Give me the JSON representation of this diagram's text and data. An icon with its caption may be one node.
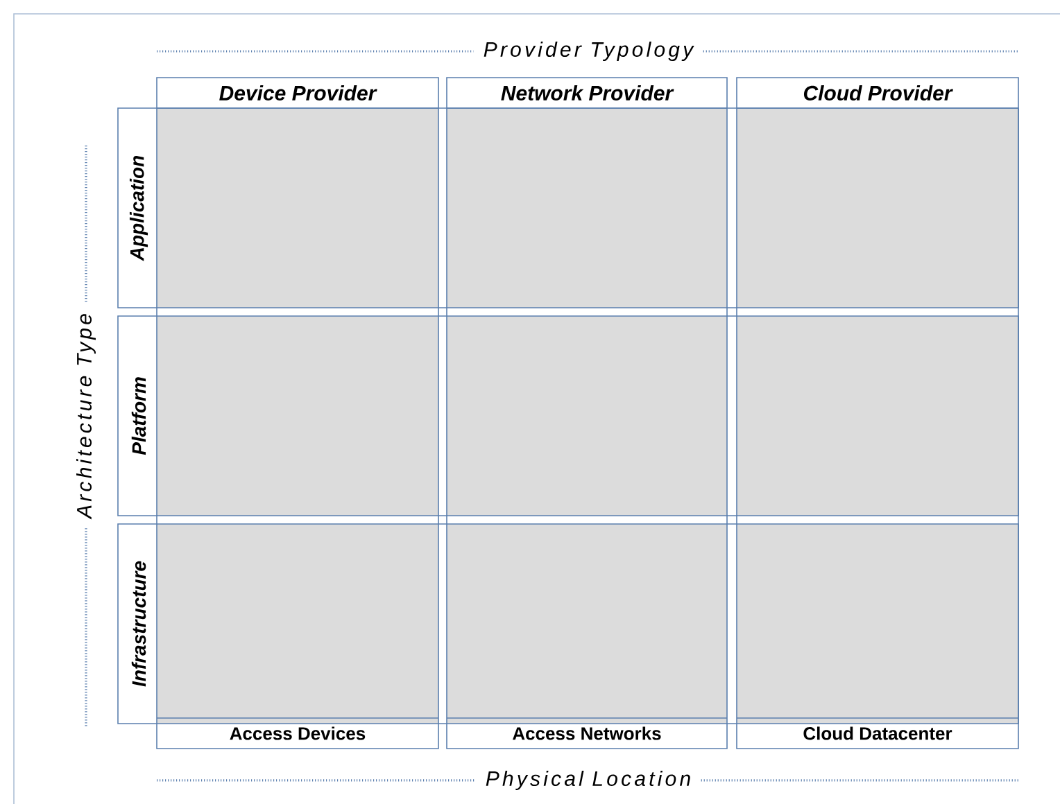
{
  "diagram": {
    "nodes": [
      {
        "text": [
          "Device Provider",
          "Access Devices"
        ]
      },
      {
        "text": [
          "Network Provider",
          "Access Networks"
        ]
      },
      {
        "text": [
          "Cloud Provider",
          "Cloud Datacenter"
        ]
      },
      {
        "text": [
          "Application"
        ]
      },
      {
        "text": [
          "Platform"
        ]
      },
      {
        "text": [
          "Infrastructure"
        ]
      },
      {
        "text": [],
        "shape": "box"
      },
      {
        "text": [],
        "shape": "box"
      },
      {
        "text": [],
        "shape": "box"
      },
      {
        "text": [],
        "shape": "box"
      },
      {
        "text": [],
        "shape": "box"
      },
      {
        "text": [],
        "shape": "box"
      },
      {
        "text": [],
        "shape": "box"
      },
      {
        "text": [],
        "shape": "box"
      },
      {
        "text": [],
        "shape": "box"
      }
    ],
    "labels": [
      "Provider Typology",
      "Architecture Type",
      "Physical Location"
    ]
  }
}
